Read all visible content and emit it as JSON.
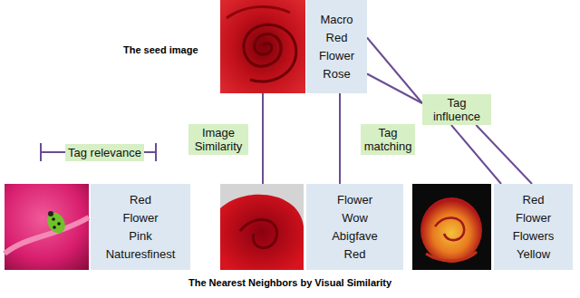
{
  "diagram": {
    "caption": "The Nearest Neighbors by Visual Similarity",
    "nodes": [
      {
        "text": [
          "Macro",
          "Red",
          "Flower",
          "Rose"
        ]
      },
      {
        "text": [
          "Tag influence"
        ]
      },
      {
        "text": [
          "Image Similarity"
        ]
      },
      {
        "text": [
          "Tag matching"
        ]
      },
      {
        "text": [
          "Tag relevance"
        ]
      },
      {
        "text": [
          "Red",
          "Flower",
          "Pink",
          "Naturesfinest"
        ]
      },
      {
        "text": [
          "Flower",
          "Wow",
          "Abigfave",
          "Red"
        ]
      },
      {
        "text": [
          "Red",
          "Flower",
          "Flowers",
          "Yellow"
        ]
      }
    ],
    "edges": [
      {
        "from": 0,
        "to": 1,
        "arrow": "none"
      },
      {
        "from": 0,
        "to": 1,
        "arrow": "none"
      },
      {
        "from": 1,
        "to": 7,
        "arrow": "none"
      },
      {
        "from": 1,
        "to": 7,
        "arrow": "none"
      },
      {
        "from": 0,
        "to": 6,
        "arrow": "none"
      }
    ],
    "labels": [
      "The seed image"
    ]
  }
}
